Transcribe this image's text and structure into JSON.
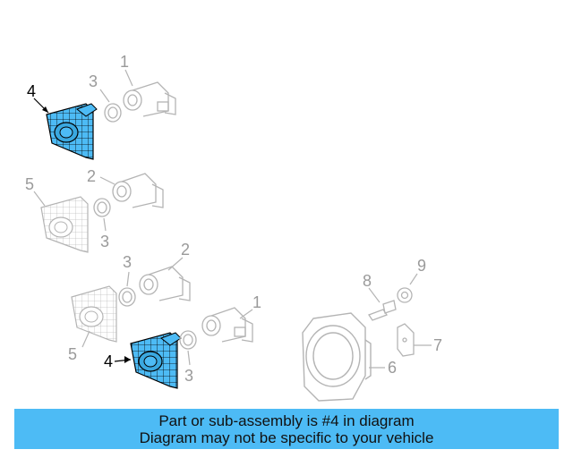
{
  "colors": {
    "highlight_fill": "#4dbbf5",
    "line_gray": "#b4b4b4",
    "label_gray": "#9a9a9a",
    "highlight_label": "#000000",
    "banner_bg": "#4dbbf5"
  },
  "callouts": {
    "c1a": "1",
    "c3a": "3",
    "c4a": "4",
    "c5a": "5",
    "c2a": "2",
    "c3b": "3",
    "c3c": "3",
    "c2b": "2",
    "c1b": "1",
    "c5b": "5",
    "c4b": "4",
    "c3d": "3",
    "c8": "8",
    "c9": "9",
    "c7": "7",
    "c6": "6"
  },
  "banner": {
    "line1": "Part or sub-assembly is #4 in diagram",
    "line2": "Diagram may not be specific to your vehicle"
  }
}
